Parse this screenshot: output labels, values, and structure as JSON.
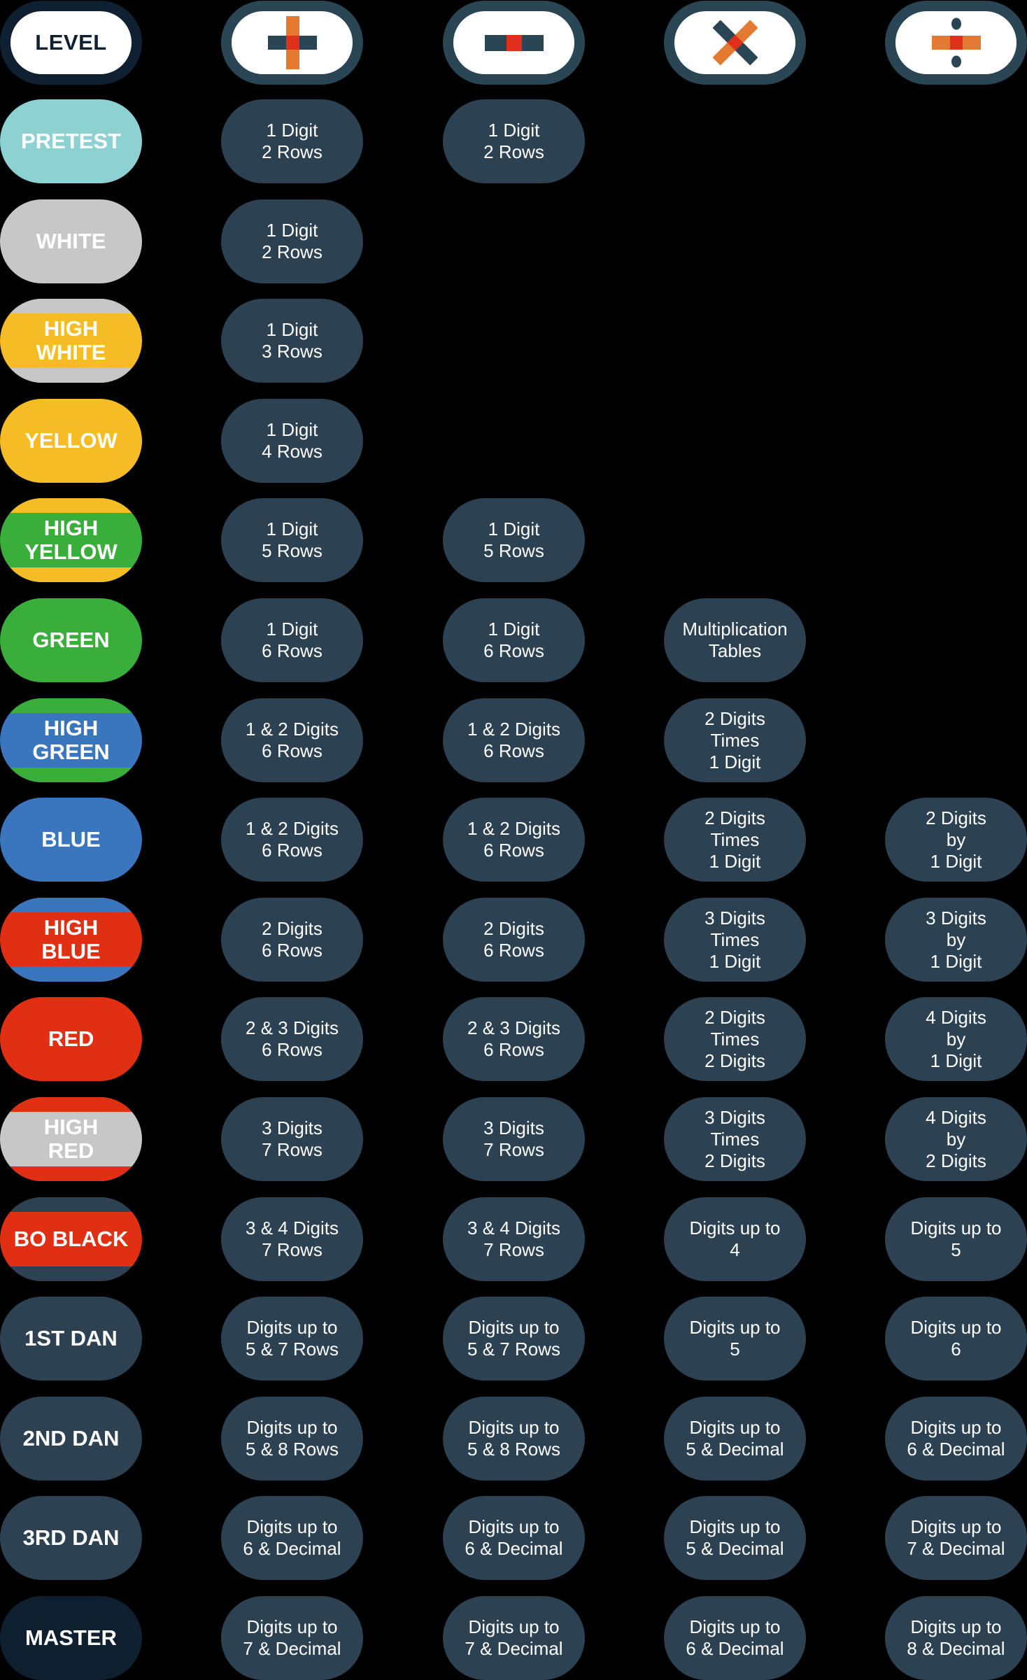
{
  "header": {
    "level_label": "LEVEL",
    "operations": [
      {
        "name": "addition",
        "icon": "plus-icon"
      },
      {
        "name": "subtraction",
        "icon": "minus-icon"
      },
      {
        "name": "multiplication",
        "icon": "times-icon"
      },
      {
        "name": "division",
        "icon": "divide-icon"
      }
    ]
  },
  "colors": {
    "header_border": "#2a4654",
    "level_header_border": "#0e2031",
    "cell_bg": "#2c4152",
    "icon_dark": "#2a4654",
    "icon_orange": "#e37a32",
    "icon_red": "#e0301a",
    "pretest": "#8dd1d2",
    "white": "#c7c7c7",
    "yellow": "#f5bd23",
    "green": "#3aae3a",
    "blue": "#3a76bd",
    "red": "#e02f13",
    "black": "#2c4152",
    "master": "#0e1f30"
  },
  "levels": [
    {
      "label": "PRETEST",
      "bg": "#8dd1d2",
      "stripe": null,
      "cells": [
        "1 Digit\n2 Rows",
        "1 Digit\n2 Rows",
        "",
        ""
      ]
    },
    {
      "label": "WHITE",
      "bg": "#c7c7c7",
      "stripe": null,
      "cells": [
        "1 Digit\n2 Rows",
        "",
        "",
        ""
      ]
    },
    {
      "label": "HIGH\nWHITE",
      "bg": "#f5bd23",
      "stripe": "#c7c7c7",
      "cells": [
        "1 Digit\n3 Rows",
        "",
        "",
        ""
      ]
    },
    {
      "label": "YELLOW",
      "bg": "#f5bd23",
      "stripe": null,
      "cells": [
        "1 Digit\n4 Rows",
        "",
        "",
        ""
      ]
    },
    {
      "label": "HIGH\nYELLOW",
      "bg": "#3aae3a",
      "stripe": "#f5bd23",
      "cells": [
        "1 Digit\n5 Rows",
        "1 Digit\n5 Rows",
        "",
        ""
      ]
    },
    {
      "label": "GREEN",
      "bg": "#3aae3a",
      "stripe": null,
      "cells": [
        "1 Digit\n6 Rows",
        "1 Digit\n6 Rows",
        "Multiplication\nTables",
        ""
      ]
    },
    {
      "label": "HIGH\nGREEN",
      "bg": "#3a76bd",
      "stripe": "#3aae3a",
      "cells": [
        "1 & 2 Digits\n6 Rows",
        "1 & 2 Digits\n6 Rows",
        "2 Digits\nTimes\n1 Digit",
        ""
      ]
    },
    {
      "label": "BLUE",
      "bg": "#3a76bd",
      "stripe": null,
      "cells": [
        "1 & 2 Digits\n6 Rows",
        "1 & 2 Digits\n6 Rows",
        "2 Digits\nTimes\n1 Digit",
        "2 Digits\nby\n1 Digit"
      ]
    },
    {
      "label": "HIGH\nBLUE",
      "bg": "#e02f13",
      "stripe": "#3a76bd",
      "cells": [
        "2 Digits\n6 Rows",
        "2 Digits\n6 Rows",
        "3 Digits\nTimes\n1 Digit",
        "3 Digits\nby\n1 Digit"
      ]
    },
    {
      "label": "RED",
      "bg": "#e02f13",
      "stripe": null,
      "cells": [
        "2 & 3 Digits\n6 Rows",
        "2 & 3 Digits\n6 Rows",
        "2 Digits\nTimes\n2 Digits",
        "4 Digits\nby\n1 Digit"
      ]
    },
    {
      "label": "HIGH\nRED",
      "bg": "#c7c7c7",
      "stripe": "#e02f13",
      "cells": [
        "3 Digits\n7 Rows",
        "3 Digits\n7 Rows",
        "3 Digits\nTimes\n2 Digits",
        "4 Digits\nby\n2 Digits"
      ]
    },
    {
      "label": "BO BLACK",
      "bg": "#e02f13",
      "stripe": "#2c4152",
      "cells": [
        "3 & 4 Digits\n7 Rows",
        "3 & 4 Digits\n7 Rows",
        "Digits up to\n4",
        "Digits up to\n5"
      ]
    },
    {
      "label": "1ST DAN",
      "bg": "#2c4152",
      "stripe": null,
      "cells": [
        "Digits up to\n5 & 7 Rows",
        "Digits up to\n5 & 7 Rows",
        "Digits up to\n5",
        "Digits up to\n6"
      ]
    },
    {
      "label": "2ND DAN",
      "bg": "#2c4152",
      "stripe": null,
      "cells": [
        "Digits up to\n5 & 8 Rows",
        "Digits up to\n5 & 8 Rows",
        "Digits up to\n5 & Decimal",
        "Digits up to\n6 & Decimal"
      ]
    },
    {
      "label": "3RD DAN",
      "bg": "#2c4152",
      "stripe": null,
      "cells": [
        "Digits up to\n6 & Decimal",
        "Digits up to\n6 & Decimal",
        "Digits up to\n5 & Decimal",
        "Digits up to\n7 & Decimal"
      ]
    },
    {
      "label": "MASTER",
      "bg": "#0e1f30",
      "stripe": null,
      "cells": [
        "Digits up to\n7 & Decimal",
        "Digits up to\n7 & Decimal",
        "Digits up to\n6 & Decimal",
        "Digits up to\n8 & Decimal"
      ]
    }
  ]
}
